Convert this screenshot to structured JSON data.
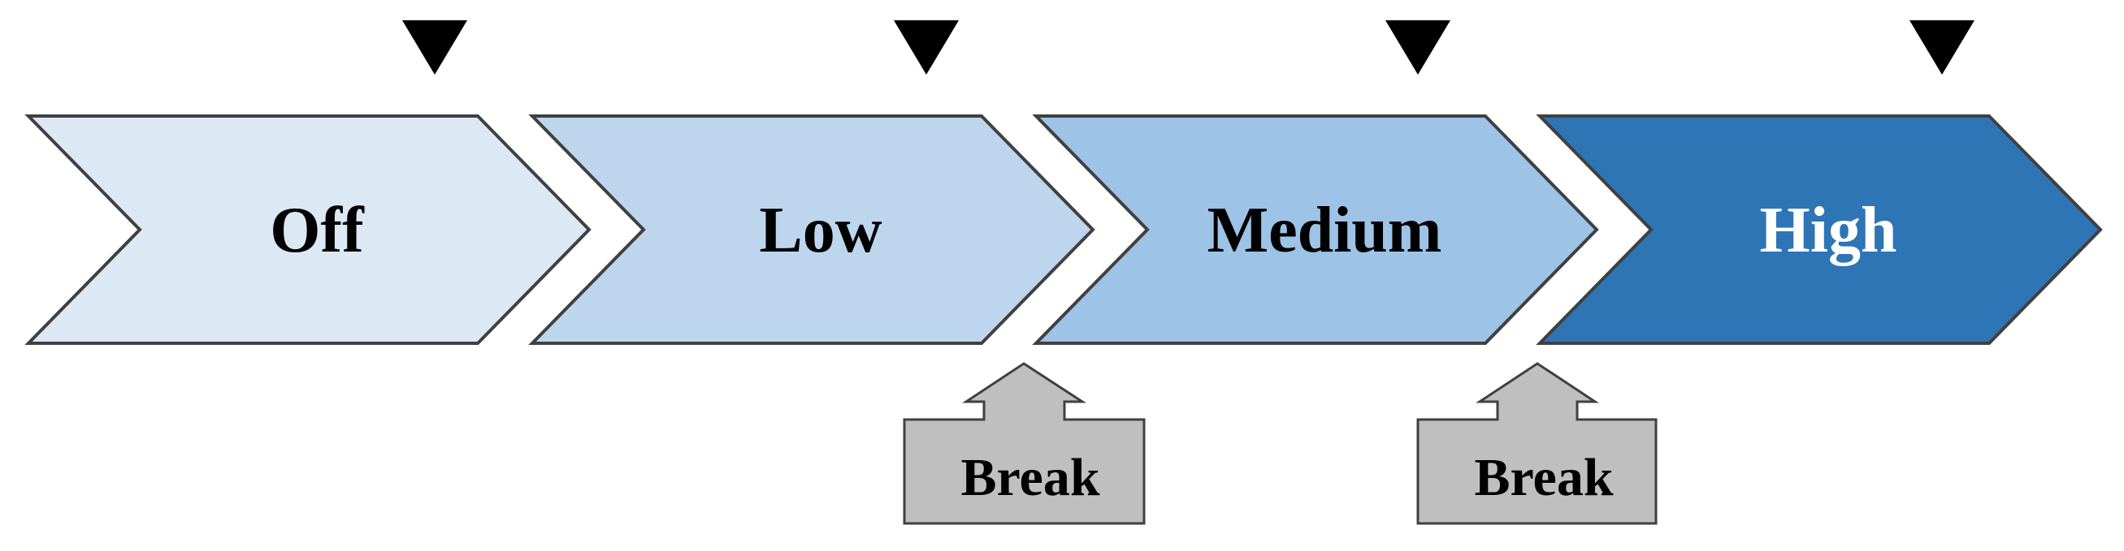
{
  "stages": [
    {
      "label": "Off",
      "fill": "#DDE8F5",
      "text_color": "#000000"
    },
    {
      "label": "Low",
      "fill": "#BDD6EE",
      "text_color": "#000000"
    },
    {
      "label": "Medium",
      "fill": "#9DC3E6",
      "text_color": "#000000"
    },
    {
      "label": "High",
      "fill": "#2E75B6",
      "text_color": "#FFFFFF"
    }
  ],
  "markers": [
    {
      "icon": "triangle-down-marker-icon",
      "color": "#000000"
    },
    {
      "icon": "triangle-down-marker-icon",
      "color": "#000000"
    },
    {
      "icon": "triangle-down-marker-icon",
      "color": "#000000"
    },
    {
      "icon": "triangle-down-marker-icon",
      "color": "#000000"
    }
  ],
  "callouts": [
    {
      "label": "Break",
      "fill": "#BFBFBF",
      "points_to": "Low-Medium"
    },
    {
      "label": "Break",
      "fill": "#BFBFBF",
      "points_to": "Medium-High"
    }
  ],
  "outline_color": "#404040"
}
